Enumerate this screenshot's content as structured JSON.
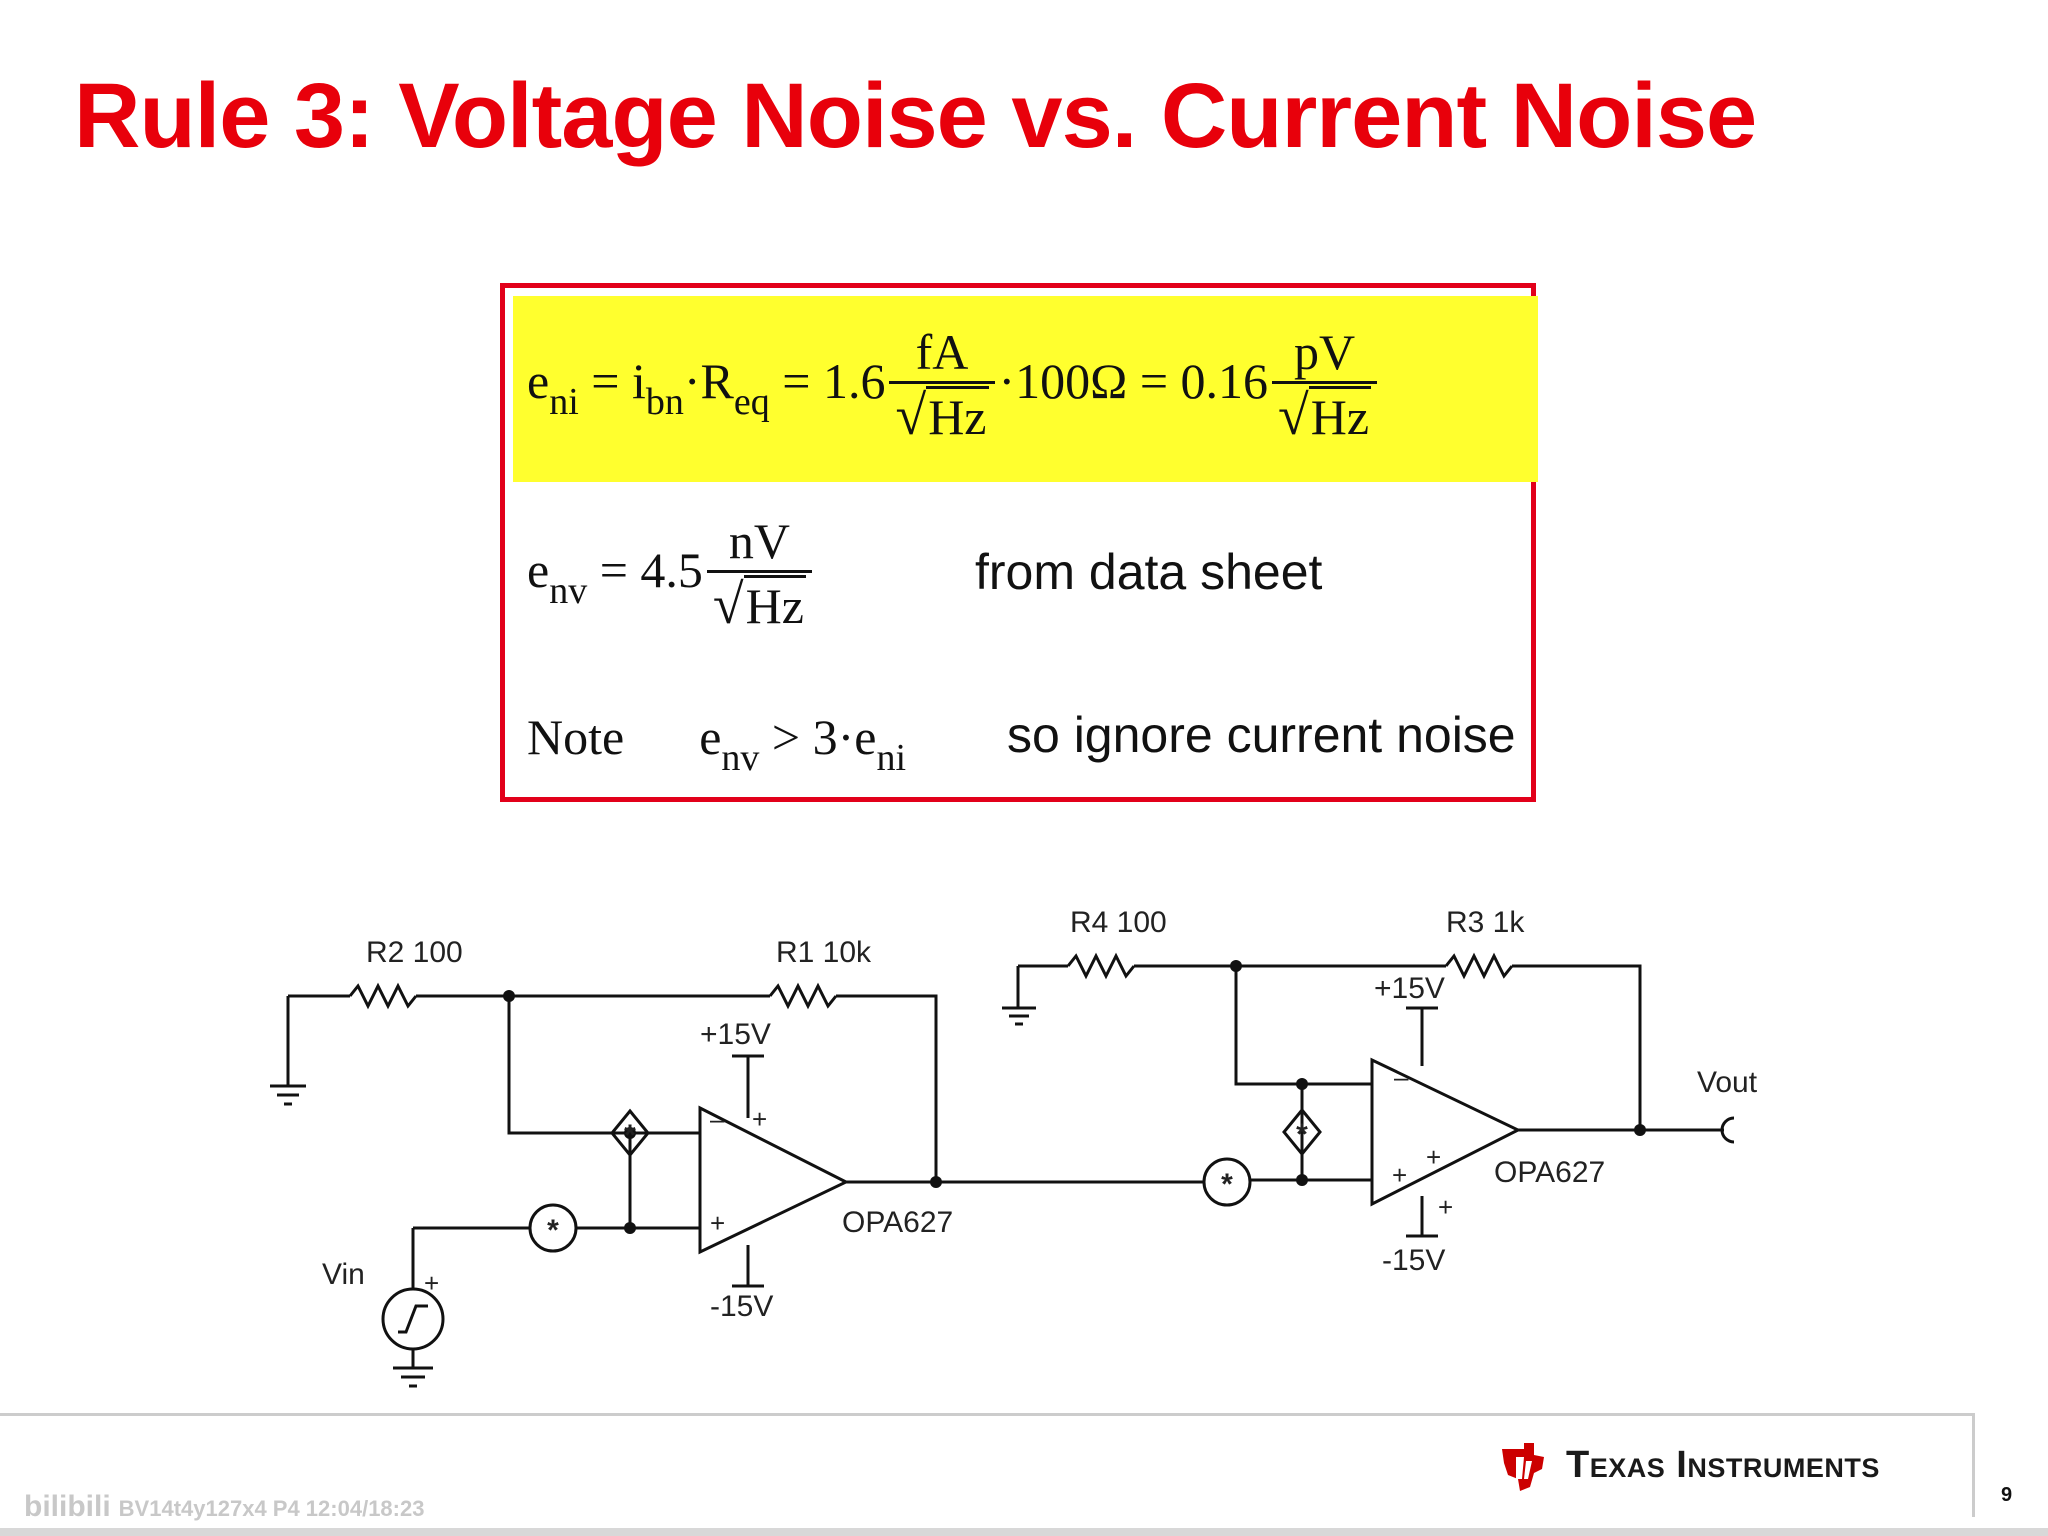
{
  "slide": {
    "title": "Rule 3: Voltage Noise vs. Current Noise",
    "page_number": "9"
  },
  "equations": {
    "eni": {
      "lhs": "e",
      "lhs_sub": "ni",
      "eq1": "=",
      "i": "i",
      "i_sub": "bn",
      "dot1": "·",
      "r": "R",
      "r_sub": "eq",
      "eq2": "=",
      "coef1": "1.6",
      "unit1_num": "fA",
      "unit1_den": "Hz",
      "dot2": "·",
      "res": "100Ω",
      "eq3": "=",
      "coef2": "0.16",
      "unit2_num": "pV",
      "unit2_den": "Hz"
    },
    "env": {
      "lhs": "e",
      "lhs_sub": "nv",
      "eq": "=",
      "coef": "4.5",
      "unit_num": "nV",
      "unit_den": "Hz",
      "comment": "from data sheet"
    },
    "note": {
      "label": "Note",
      "e1": "e",
      "e1_sub": "nv",
      "gt": ">",
      "factor": "3",
      "dot": "·",
      "e2": "e",
      "e2_sub": "ni",
      "comment": "so ignore current noise"
    },
    "highlight_color": "#ffff2e",
    "border_color": "#e2001a"
  },
  "circuit": {
    "stage1": {
      "r2": "R2 100",
      "r1": "R1 10k",
      "vpos": "+15V",
      "vneg": "-15V",
      "opamp": "OPA627",
      "source": "Vin",
      "plus": "+",
      "minus": "–"
    },
    "stage2": {
      "r4": "R4 100",
      "r3": "R3 1k",
      "vpos": "+15V",
      "vneg": "-15V",
      "opamp": "OPA627",
      "output": "Vout",
      "plus": "+",
      "minus": "–"
    },
    "noise_symbol": "*"
  },
  "footer": {
    "company": "Texas Instruments",
    "watermark": "BV14t4y127x4 P4 12:04/18:23",
    "watermark_logo": "bilibili"
  },
  "colors": {
    "title": "#e8000b",
    "ti_red": "#cc0000"
  }
}
